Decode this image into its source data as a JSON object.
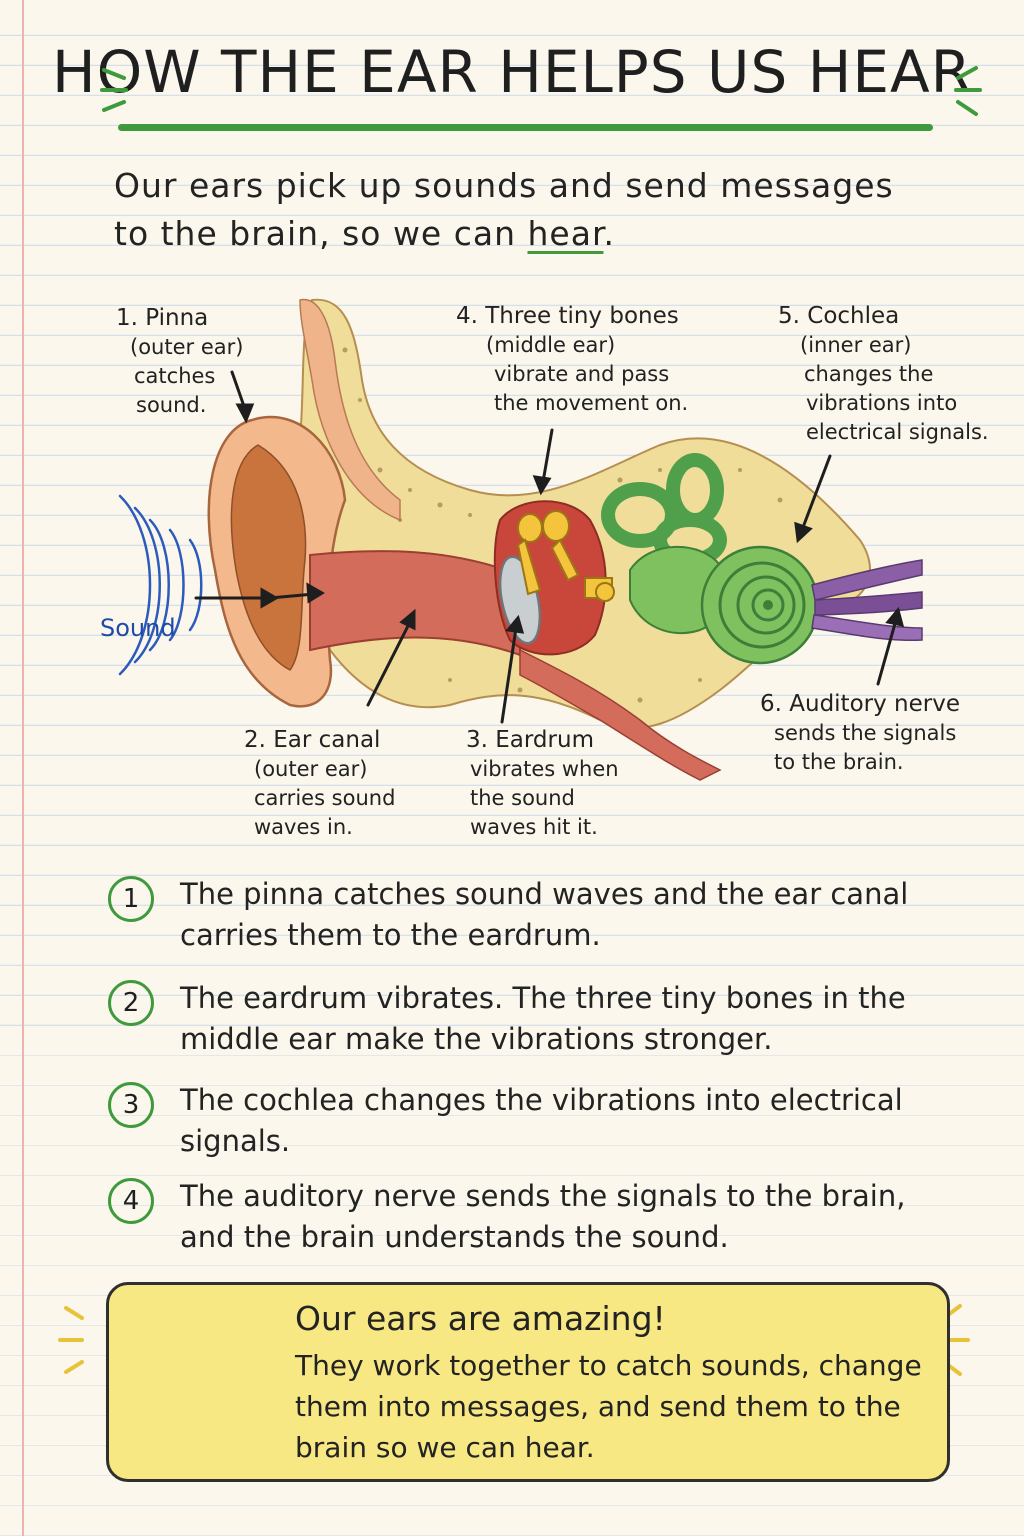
{
  "title": "HOW THE EAR HELPS US HEAR",
  "intro": {
    "before": "Our ears pick up sounds and send messages to the brain, so we can ",
    "highlight": "hear",
    "after": "."
  },
  "sound_label": "Sound",
  "callouts": {
    "pinna": {
      "head": "1. Pinna",
      "lines": [
        "(outer ear)",
        "catches",
        "sound."
      ]
    },
    "ear_canal": {
      "head": "2. Ear canal",
      "lines": [
        "(outer ear)",
        "carries sound",
        "waves in."
      ]
    },
    "eardrum": {
      "head": "3. Eardrum",
      "lines": [
        "vibrates when",
        "the sound",
        "waves hit it."
      ]
    },
    "bones": {
      "head": "4. Three tiny bones",
      "lines": [
        "(middle ear)",
        "vibrate and pass",
        "the movement on."
      ]
    },
    "cochlea": {
      "head": "5. Cochlea",
      "lines": [
        "(inner ear)",
        "changes the",
        "vibrations into",
        "electrical signals."
      ]
    },
    "nerve": {
      "head": "6. Auditory nerve",
      "lines": [
        "sends the signals",
        "to the brain."
      ]
    }
  },
  "steps": [
    {
      "num": "1",
      "text": "The pinna catches sound waves and the ear canal carries them to the eardrum."
    },
    {
      "num": "2",
      "text": "The eardrum vibrates. The three tiny bones in the middle ear make the vibrations stronger."
    },
    {
      "num": "3",
      "text": "The cochlea changes the vibrations into electrical signals."
    },
    {
      "num": "4",
      "text": "The auditory nerve sends the signals to the brain, and the brain understands the sound."
    }
  ],
  "note": {
    "title": "Our ears are amazing!",
    "body": "They work together to catch sounds, change them into messages, and send them to the brain so we can hear."
  },
  "colors": {
    "accent_green": "#3f9a3d",
    "note_yellow": "#f7e884",
    "sound_blue": "#1e4aa8"
  }
}
